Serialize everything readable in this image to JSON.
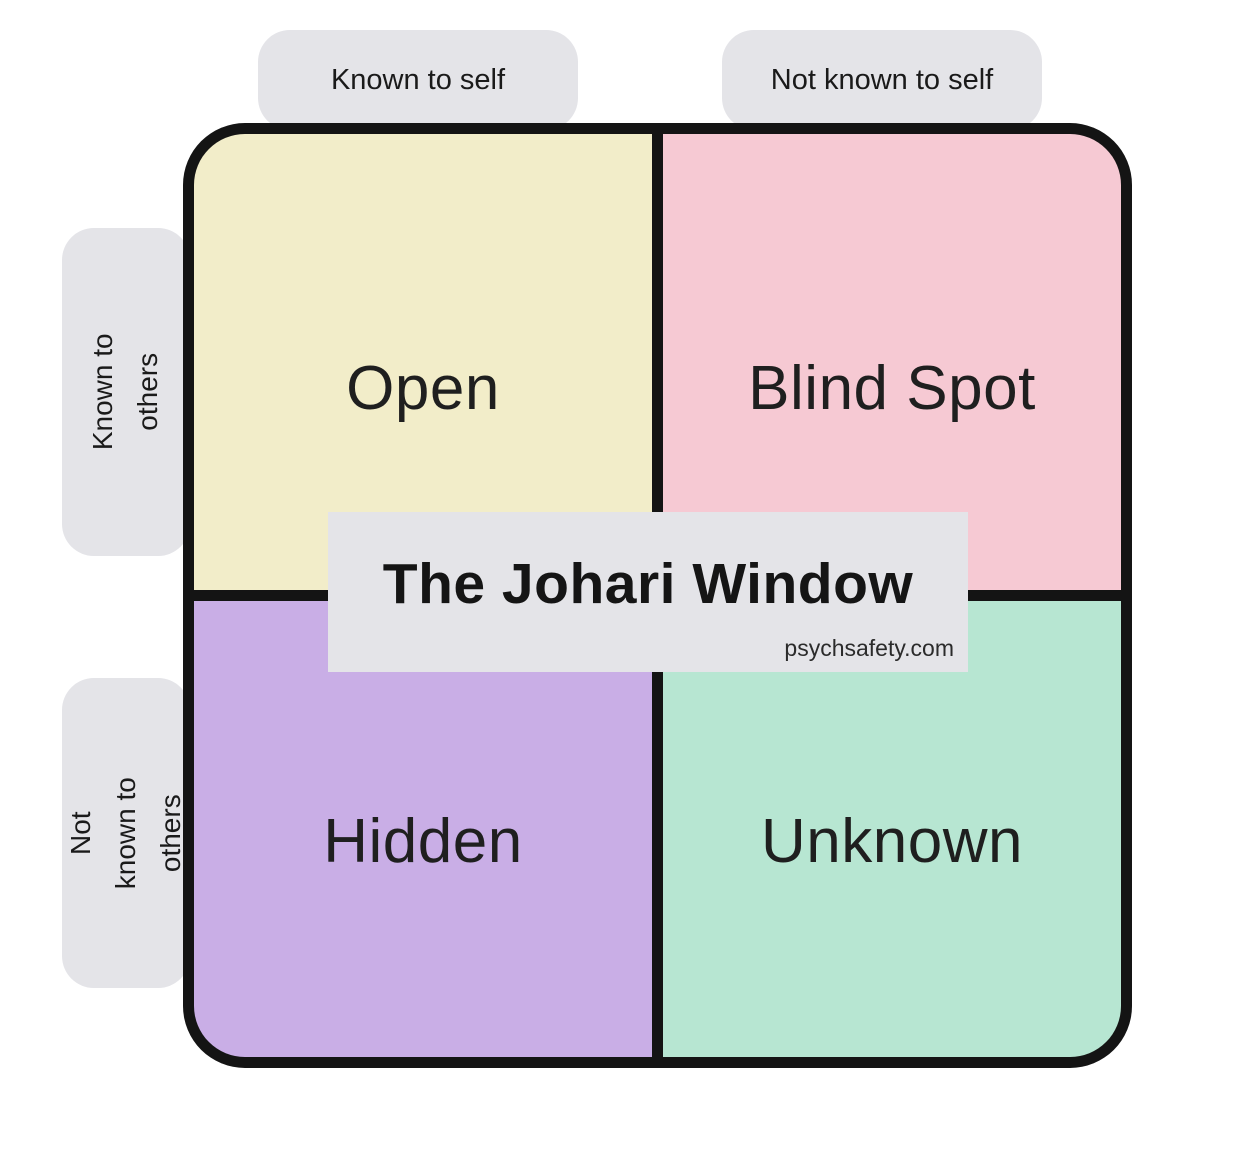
{
  "title": "The Johari Window",
  "website": "psychsafety.com",
  "quadrants": {
    "open": "Open",
    "blind_spot": "Blind Spot",
    "hidden": "Hidden",
    "unknown": "Unknown"
  },
  "axis_labels": {
    "top_left": "Known to self",
    "top_right": "Not known to self",
    "left_top": "Known to others",
    "left_bottom": "Not known to\nothers"
  },
  "colors": {
    "open_bg": "#f2edc9",
    "blind_spot_bg": "#f6c9d3",
    "hidden_bg": "#c9aee6",
    "unknown_bg": "#b7e6d2",
    "label_bg": "#e4e4e8",
    "line": "#141414"
  }
}
